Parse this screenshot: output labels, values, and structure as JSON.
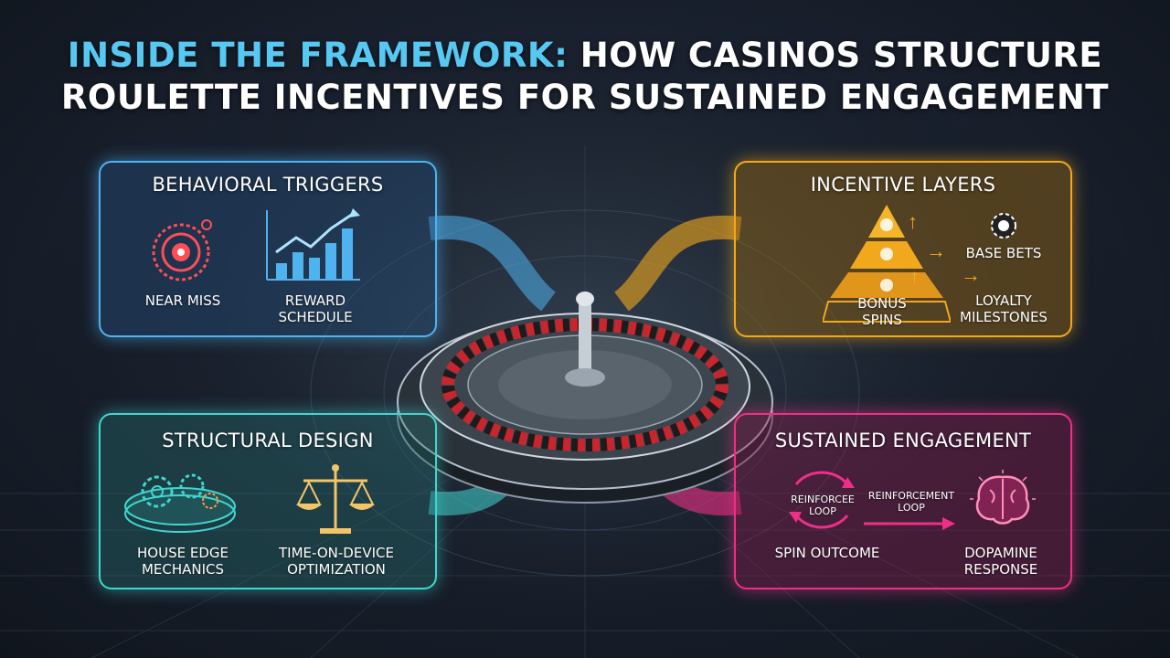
{
  "title": {
    "line1_accent": "INSIDE THE FRAMEWORK:",
    "line1_rest": " HOW CASINOS STRUCTURE",
    "line2": "ROULETTE INCENTIVES FOR SUSTAINED ENGAGEMENT"
  },
  "panels": {
    "behavioral": {
      "title": "BEHAVIORAL TRIGGERS",
      "items": [
        {
          "label": "NEAR MISS",
          "icon": "target-icon"
        },
        {
          "label": "REWARD SCHEDULE",
          "icon": "bar-chart-icon"
        }
      ]
    },
    "incentive": {
      "title": "INCENTIVE LAYERS",
      "base_bets": "BASE BETS",
      "bonus_spins": "BONUS SPINS",
      "loyalty_milestones": "LOYALTY MILESTONES",
      "icons": [
        "pyramid-icon",
        "casino-chip-icon",
        "arrow-icon"
      ]
    },
    "structural": {
      "title": "STRUCTURAL DESIGN",
      "items": [
        {
          "label": "HOUSE EDGE MECHANICS",
          "icon": "gears-icon"
        },
        {
          "label": "TIME-ON-DEVICE OPTIMIZATION",
          "icon": "scales-icon"
        }
      ]
    },
    "sustained": {
      "title": "SUSTAINED ENGAGEMENT",
      "loop_label": "REINFORCEE LOOP",
      "arrow_label": "REINFORCEMENT LOOP",
      "spin_outcome": "SPIN OUTCOME",
      "dopamine_response": "DOPAMINE RESPONSE",
      "icons": [
        "cycle-icon",
        "brain-icon"
      ]
    }
  },
  "colors": {
    "blue": "#4fb3f0",
    "gold": "#f2a81d",
    "teal": "#3fd6cf",
    "pink": "#ee2f86",
    "title_accent": "#56c8f2"
  }
}
